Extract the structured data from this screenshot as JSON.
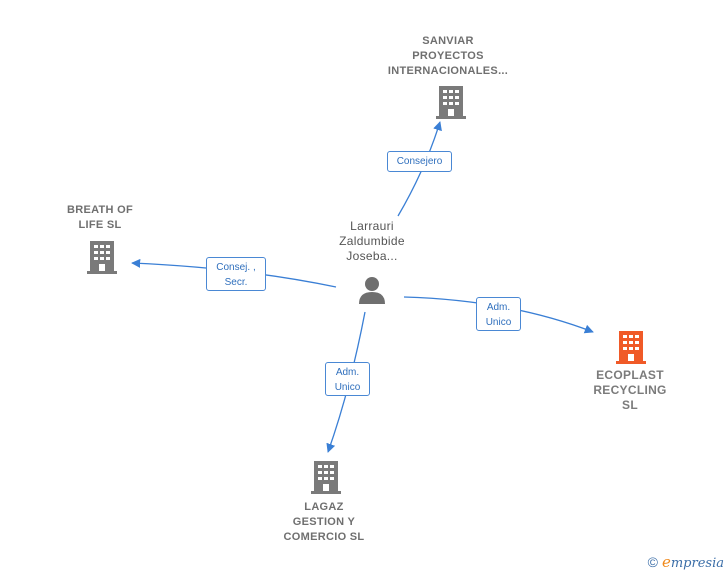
{
  "colors": {
    "edge": "#3a7fd5",
    "company": "#7a7a7a",
    "focus": "#f05a28",
    "person": "#6f6f6f"
  },
  "center": {
    "name_lines": [
      "Larrauri",
      "Zaldumbide",
      "Joseba..."
    ],
    "icon": "person-icon"
  },
  "companies": {
    "sanviar": {
      "name_lines": [
        "SANVIAR",
        "PROYECTOS",
        "INTERNACIONALES..."
      ],
      "icon": "building-icon"
    },
    "breath": {
      "name_lines": [
        "BREATH OF",
        "LIFE  SL"
      ],
      "icon": "building-icon"
    },
    "ecoplast": {
      "name_lines": [
        "ECOPLAST",
        "RECYCLING",
        "SL"
      ],
      "icon": "building-icon"
    },
    "lagaz": {
      "name_lines": [
        "LAGAZ",
        "GESTION Y",
        "COMERCIO  SL"
      ],
      "icon": "building-icon"
    }
  },
  "relations": {
    "sanviar": {
      "lines": [
        "Consejero"
      ]
    },
    "breath": {
      "lines": [
        "Consej. ,",
        "Secr."
      ]
    },
    "ecoplast": {
      "lines": [
        "Adm.",
        "Unico"
      ]
    },
    "lagaz": {
      "lines": [
        "Adm.",
        "Unico"
      ]
    }
  },
  "footer": {
    "copyright": "©",
    "e_glyph": "e",
    "brand": "mpresia"
  }
}
